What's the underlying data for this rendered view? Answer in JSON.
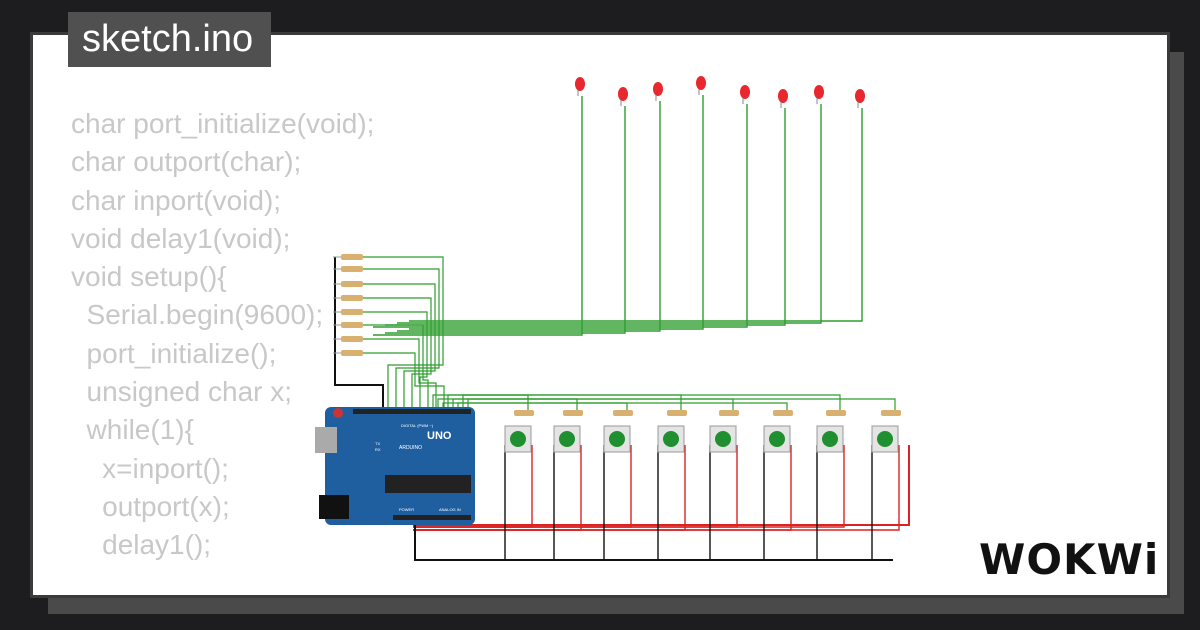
{
  "title": "sketch.ino",
  "code_lines": [
    "char port_initialize(void);",
    "char outport(char);",
    "char inport(void);",
    "void delay1(void);",
    "void setup(){",
    "  Serial.begin(9600);",
    "  port_initialize();",
    "  unsigned char x;",
    "  while(1){",
    "    x=inport();",
    "    outport(x);",
    "    delay1();"
  ],
  "board": {
    "logo": "UNO",
    "brand": "ARDUINO",
    "digital_label": "DIGITAL (PWM ~)",
    "analog_label": "ANALOG IN",
    "power_label": "POWER",
    "tx_label": "TX",
    "rx_label": "RX"
  },
  "brand_logo": "WOKWi",
  "colors": {
    "background": "#1d1d1f",
    "card": "#ffffff",
    "tab": "#505050",
    "wire_green": "#2e9e2e",
    "wire_red": "#dd2222",
    "wire_black": "#111111",
    "led_red": "#e8282e",
    "button_green": "#1f8f2f",
    "board_blue": "#1f5fa0"
  }
}
